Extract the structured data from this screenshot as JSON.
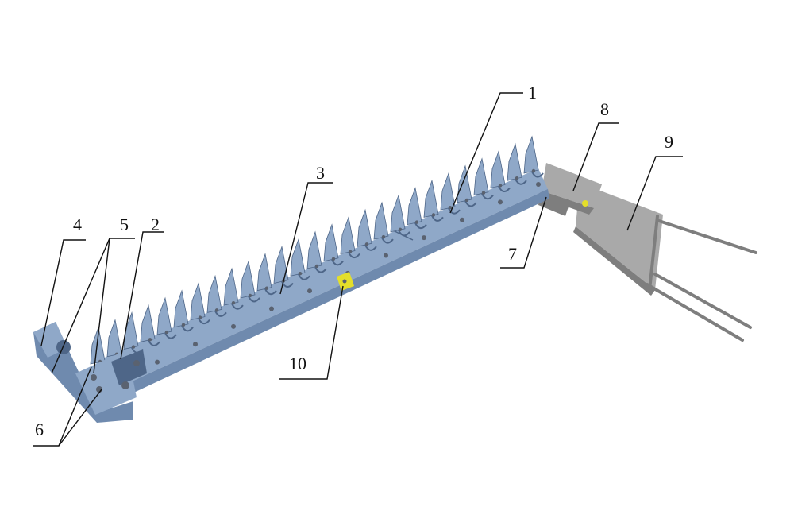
{
  "colors": {
    "blade": "#8fa8c8",
    "blade_shade": "#6f8aae",
    "blade_dark": "#4e6688",
    "bolt": "#5a6270",
    "frame": "#a9a9a9",
    "frame_dark": "#7e7e7e",
    "yellow": "#e4df2a",
    "line": "#111111"
  },
  "callouts": [
    {
      "id": "1",
      "label": "1"
    },
    {
      "id": "2",
      "label": "2"
    },
    {
      "id": "3",
      "label": "3"
    },
    {
      "id": "4",
      "label": "4"
    },
    {
      "id": "5",
      "label": "5"
    },
    {
      "id": "6",
      "label": "6"
    },
    {
      "id": "7",
      "label": "7"
    },
    {
      "id": "8",
      "label": "8"
    },
    {
      "id": "9",
      "label": "9"
    },
    {
      "id": "10",
      "label": "10"
    }
  ]
}
